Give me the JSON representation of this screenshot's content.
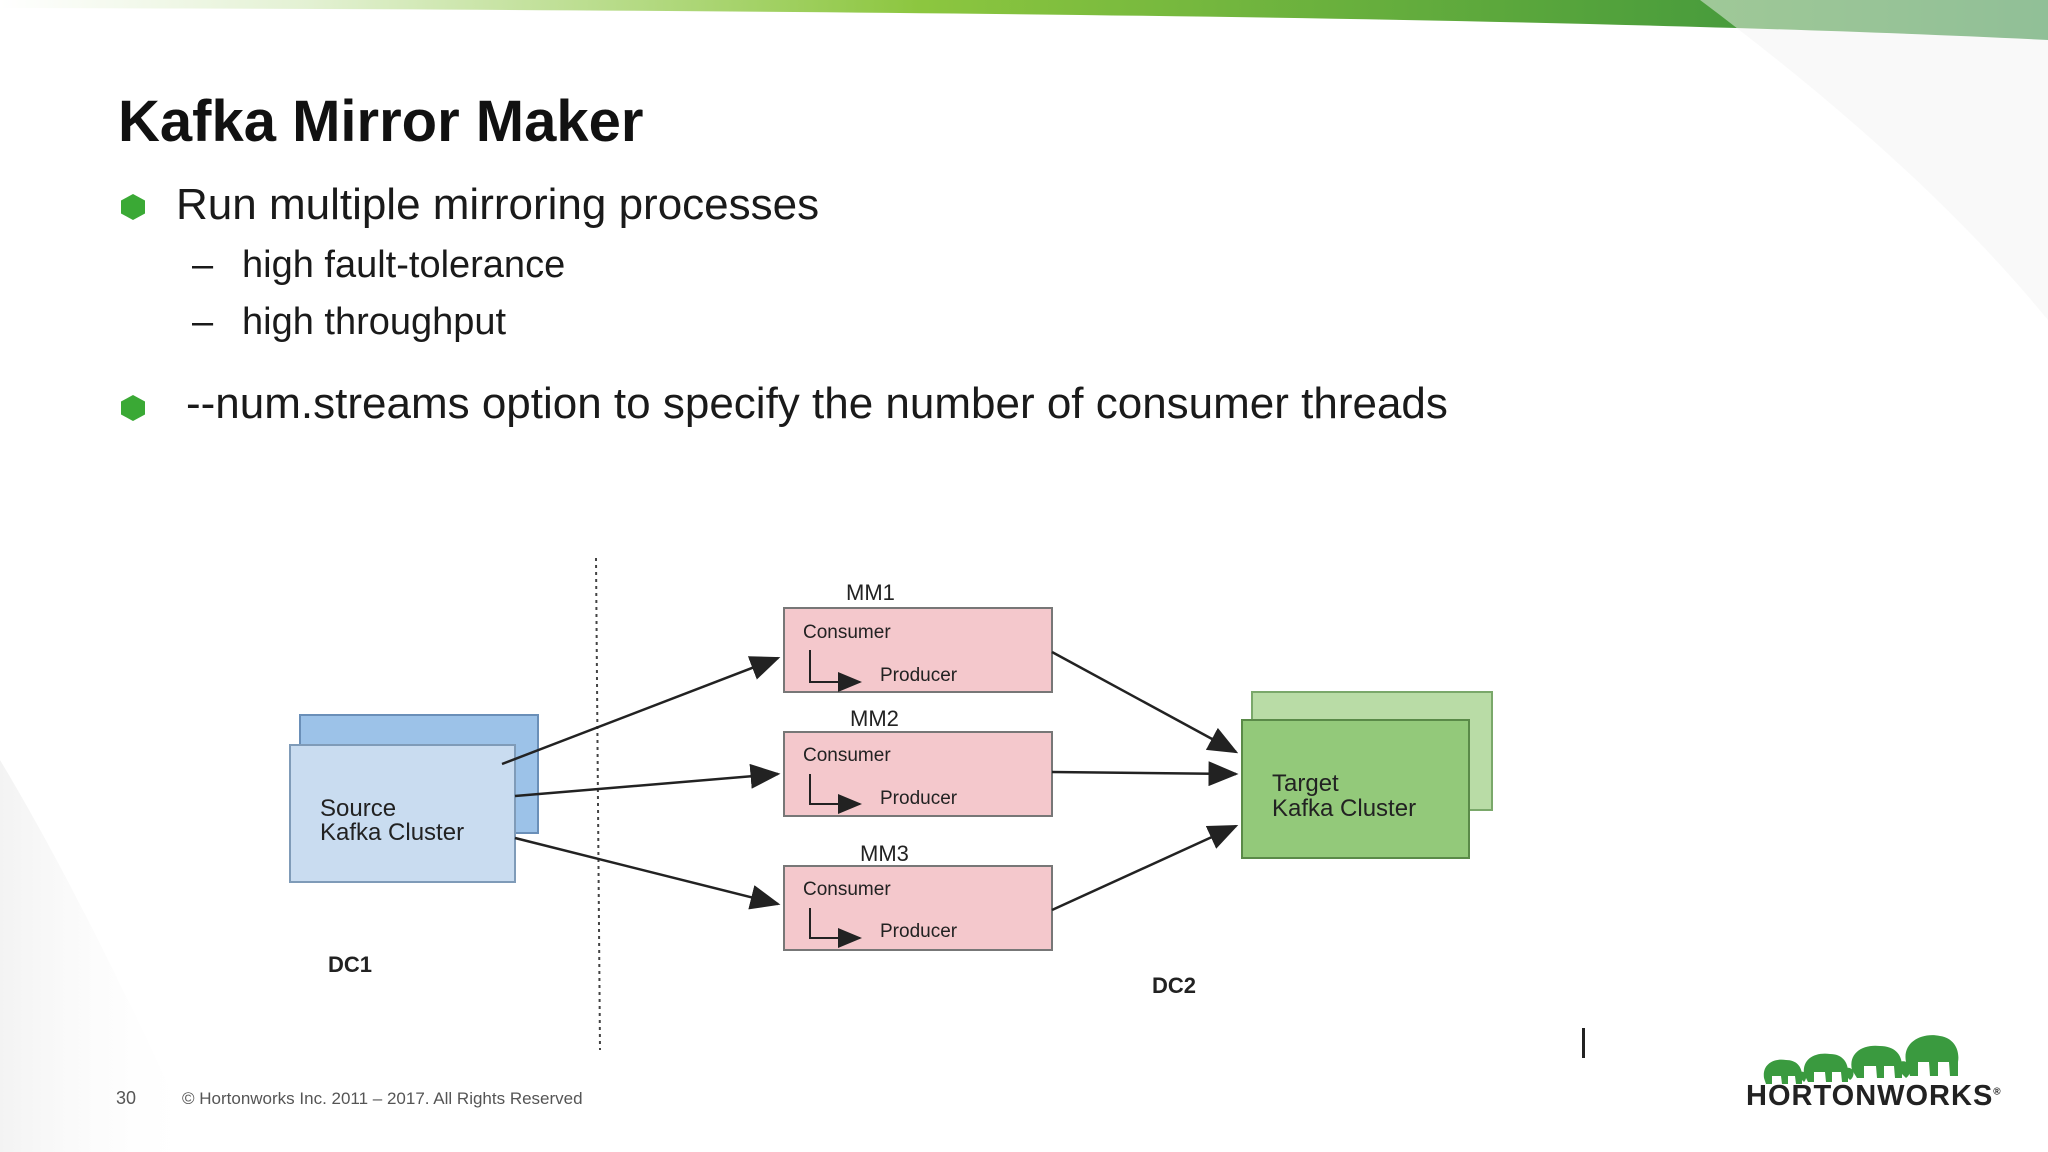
{
  "slide": {
    "title": "Kafka Mirror Maker",
    "bullets": [
      {
        "text": "Run multiple mirroring processes",
        "subitems": [
          "high fault-tolerance",
          "high throughput"
        ]
      },
      {
        "text": "--num.streams option to specify the number of consumer threads",
        "subitems": []
      }
    ],
    "bullet_color": "#3aa935",
    "accent_gradient": [
      "#d8ecc0",
      "#8cc63f",
      "#2e8b3a"
    ]
  },
  "diagram": {
    "source": {
      "line1": "Source",
      "line2": "Kafka Cluster",
      "fill": "#c9dcf0",
      "back_fill": "#9cc2e8"
    },
    "target": {
      "line1": "Target",
      "line2": "Kafka Cluster",
      "fill": "#93c97a",
      "back_fill": "#b9dca6"
    },
    "mirror_makers": [
      {
        "name": "MM1",
        "consumer": "Consumer",
        "producer": "Producer"
      },
      {
        "name": "MM2",
        "consumer": "Consumer",
        "producer": "Producer"
      },
      {
        "name": "MM3",
        "consumer": "Consumer",
        "producer": "Producer"
      }
    ],
    "mm_fill": "#f4c8cc",
    "dc1_label": "DC1",
    "dc2_label": "DC2"
  },
  "footer": {
    "page_number": "30",
    "copyright": "© Hortonworks Inc. 2011 – 2017. All Rights Reserved"
  },
  "logo": {
    "text": "HORTONWORKS",
    "mark": "®",
    "icon": "elephants-logo-icon"
  }
}
